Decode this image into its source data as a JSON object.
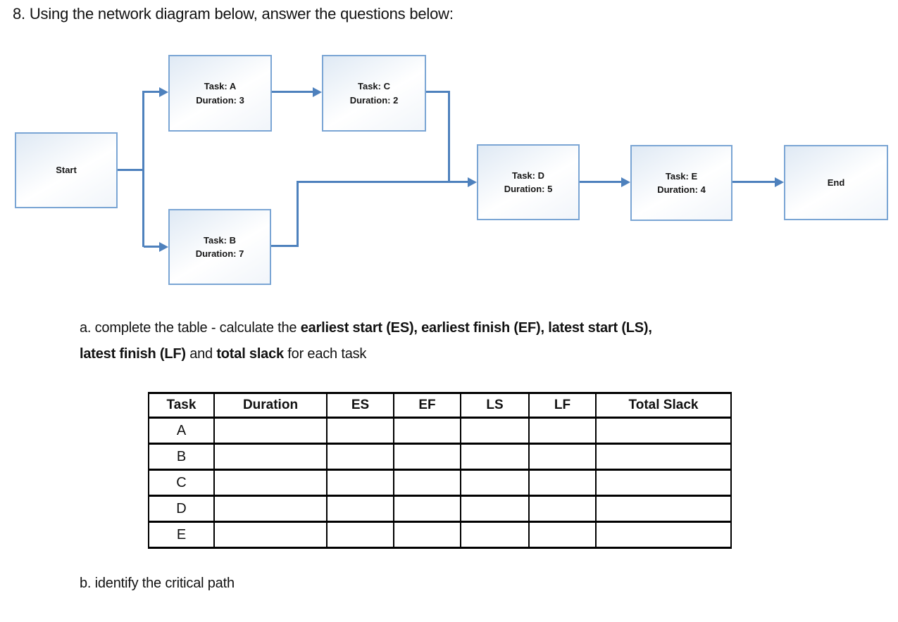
{
  "heading": "8. Using the network diagram below, answer the questions below:",
  "diagram": {
    "nodes": {
      "start": {
        "label": "Start"
      },
      "taskA": {
        "title": "Task: A",
        "duration": "Duration: 3"
      },
      "taskB": {
        "title": "Task: B",
        "duration": "Duration: 7"
      },
      "taskC": {
        "title": "Task: C",
        "duration": "Duration: 2"
      },
      "taskD": {
        "title": "Task: D",
        "duration": "Duration: 5"
      },
      "taskE": {
        "title": "Task: E",
        "duration": "Duration: 4"
      },
      "end": {
        "label": "End"
      }
    },
    "edges": [
      {
        "from": "Start",
        "to": "Task A"
      },
      {
        "from": "Start",
        "to": "Task B"
      },
      {
        "from": "Task A",
        "to": "Task C"
      },
      {
        "from": "Task C",
        "to": "Task D"
      },
      {
        "from": "Task B",
        "to": "Task D"
      },
      {
        "from": "Task D",
        "to": "Task E"
      },
      {
        "from": "Task E",
        "to": "End"
      }
    ],
    "colors": {
      "connector": "#4e81bd",
      "node_border": "#7aa5d4",
      "node_fill": "#dfe9f4"
    }
  },
  "question_a": {
    "segments": [
      {
        "text": "a. complete the table - calculate the ",
        "bold": false
      },
      {
        "text": "earliest start (ES), earliest finish (EF), latest start (LS),",
        "bold": true
      },
      {
        "break": true
      },
      {
        "text": "latest finish (LF)",
        "bold": true
      },
      {
        "text": " and ",
        "bold": false
      },
      {
        "text": "total slack",
        "bold": true
      },
      {
        "text": " for each task",
        "bold": false
      }
    ]
  },
  "table": {
    "headers": [
      "Task",
      "Duration",
      "ES",
      "EF",
      "LS",
      "LF",
      "Total Slack"
    ],
    "rows": [
      {
        "task": "A",
        "duration": "",
        "es": "",
        "ef": "",
        "ls": "",
        "lf": "",
        "total_slack": ""
      },
      {
        "task": "B",
        "duration": "",
        "es": "",
        "ef": "",
        "ls": "",
        "lf": "",
        "total_slack": ""
      },
      {
        "task": "C",
        "duration": "",
        "es": "",
        "ef": "",
        "ls": "",
        "lf": "",
        "total_slack": ""
      },
      {
        "task": "D",
        "duration": "",
        "es": "",
        "ef": "",
        "ls": "",
        "lf": "",
        "total_slack": ""
      },
      {
        "task": "E",
        "duration": "",
        "es": "",
        "ef": "",
        "ls": "",
        "lf": "",
        "total_slack": ""
      }
    ]
  },
  "question_b": "b. identify the critical path"
}
